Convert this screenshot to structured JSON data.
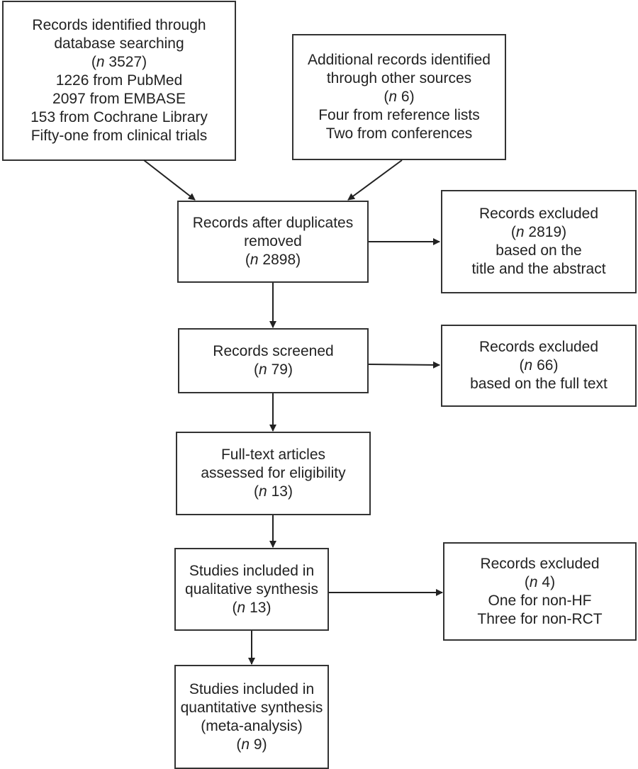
{
  "diagram": {
    "type": "PRISMA flow diagram",
    "boxes": {
      "identified_db": {
        "lines": [
          "Records identified through",
          "database searching"
        ],
        "n": "3527",
        "details": [
          "1226 from PubMed",
          "2097 from EMBASE",
          "153 from Cochrane Library",
          "Fifty-one from clinical trials"
        ]
      },
      "identified_other": {
        "lines": [
          "Additional records identified",
          "through other sources"
        ],
        "n": "6",
        "details": [
          "Four from reference lists",
          "Two from conferences"
        ]
      },
      "after_duplicates": {
        "lines": [
          "Records after duplicates",
          "removed"
        ],
        "n": "2898"
      },
      "excluded_title_abstract": {
        "lines": [
          "Records excluded"
        ],
        "n": "2819",
        "details": [
          "based on the",
          "title and the abstract"
        ]
      },
      "screened": {
        "lines": [
          "Records screened"
        ],
        "n": "79"
      },
      "excluded_full_text": {
        "lines": [
          "Records excluded"
        ],
        "n": "66",
        "details": [
          "based on the full text"
        ]
      },
      "full_text_assessed": {
        "lines": [
          "Full-text articles",
          "assessed for eligibility"
        ],
        "n": "13"
      },
      "qualitative": {
        "lines": [
          "Studies included in",
          "qualitative synthesis"
        ],
        "n": "13"
      },
      "excluded_final": {
        "lines": [
          "Records excluded"
        ],
        "n": "4",
        "details": [
          "One for non-HF",
          "Three for non-RCT"
        ]
      },
      "quantitative": {
        "lines": [
          "Studies included in",
          "quantitative synthesis",
          "(meta-analysis)"
        ],
        "n": "9"
      }
    },
    "n_prefix": "n",
    "edges": [
      [
        "identified_db",
        "after_duplicates"
      ],
      [
        "identified_other",
        "after_duplicates"
      ],
      [
        "after_duplicates",
        "excluded_title_abstract"
      ],
      [
        "after_duplicates",
        "screened"
      ],
      [
        "screened",
        "excluded_full_text"
      ],
      [
        "screened",
        "full_text_assessed"
      ],
      [
        "full_text_assessed",
        "qualitative"
      ],
      [
        "qualitative",
        "excluded_final"
      ],
      [
        "qualitative",
        "quantitative"
      ]
    ]
  }
}
